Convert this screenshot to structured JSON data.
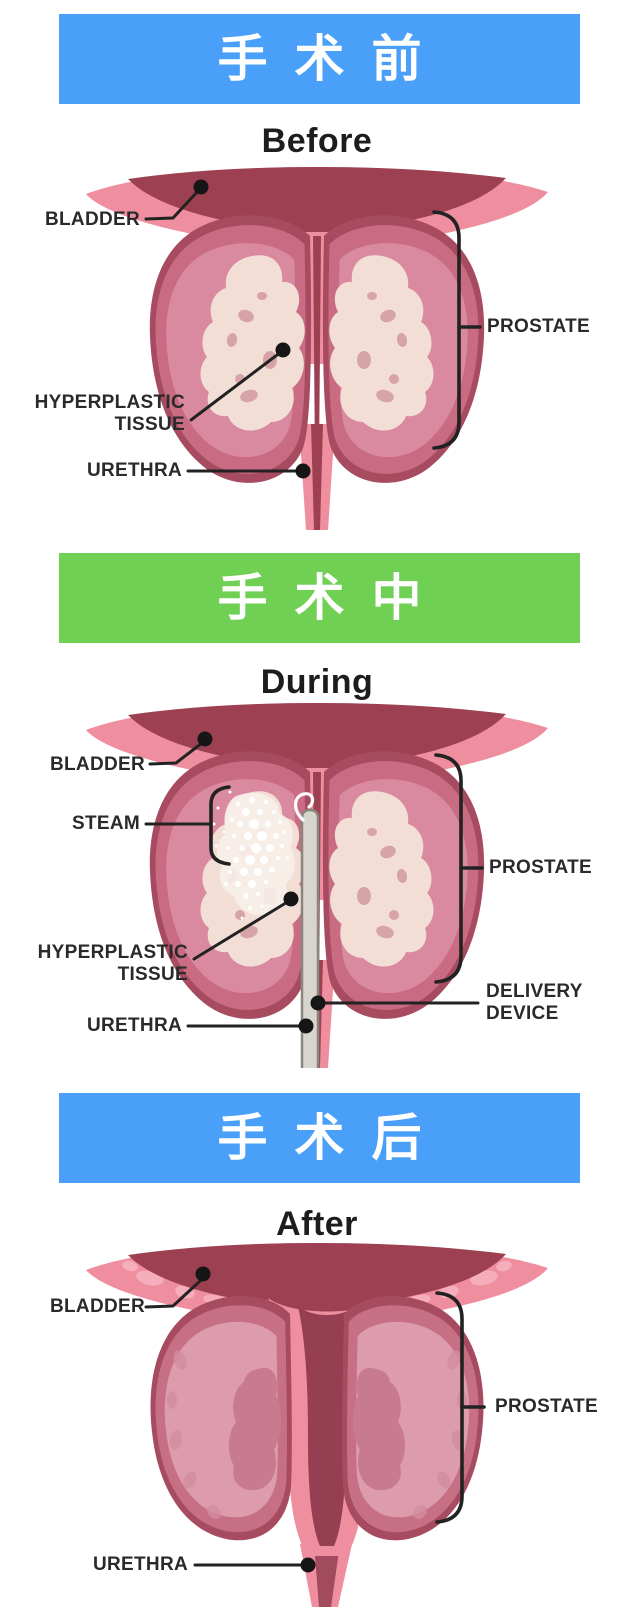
{
  "panels": [
    {
      "section_label_zh": "手术前",
      "heading": "Before",
      "banner_color": "#4aa0f8",
      "labels": {
        "bladder": "BLADDER",
        "hyperplastic": [
          "HYPERPLASTIC",
          "TISSUE"
        ],
        "urethra": "URETHRA",
        "prostate": "PROSTATE"
      }
    },
    {
      "section_label_zh": "手术中",
      "heading": "During",
      "banner_color": "#6fd053",
      "labels": {
        "bladder": "BLADDER",
        "steam": "STEAM",
        "hyperplastic": [
          "HYPERPLASTIC",
          "TISSUE"
        ],
        "urethra": "URETHRA",
        "prostate": "PROSTATE",
        "delivery_device": [
          "DELIVERY",
          "DEVICE"
        ]
      }
    },
    {
      "section_label_zh": "手术后",
      "heading": "After",
      "banner_color": "#4aa0f8",
      "labels": {
        "bladder": "BLADDER",
        "prostate": "PROSTATE",
        "urethra": "URETHRA"
      }
    }
  ],
  "colors": {
    "banner_blue": "#4aa0f8",
    "banner_green": "#6fd053",
    "heading_text": "#1d1d1d",
    "label_text": "#2a2a2a",
    "annotation_ink": "#222222",
    "bladder_interior": "#9c4052",
    "bladder_wall_pink": "#ef8e9e",
    "prostate_rim": "#a74b61",
    "prostate_mid": "#c96c83",
    "prostate_inner": "#da8aa0",
    "hyperplastic_cream": "#f3ded6",
    "tissue_spot": "#d6a3a8",
    "steam_white": "#ffffff",
    "device_gray": "#d8d4ce",
    "device_edge": "#8a857d",
    "after_inner_light": "#dd9cae",
    "after_inner_blob": "#c87a91",
    "after_rim_texture": "#f6b1bf"
  }
}
